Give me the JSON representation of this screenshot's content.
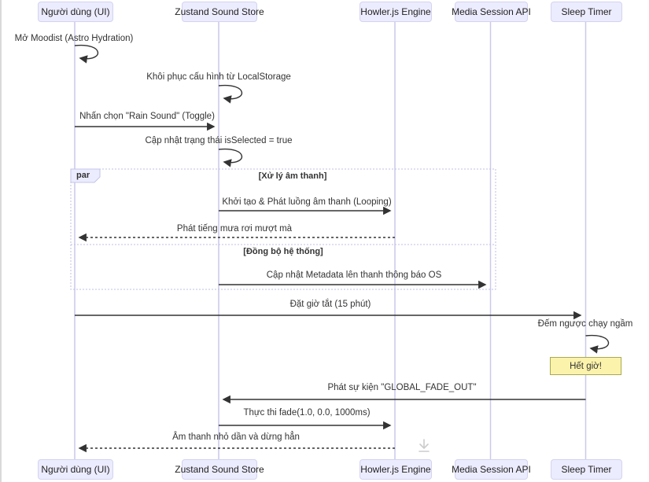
{
  "diagram": {
    "kind": "sequence-diagram",
    "participants": [
      {
        "name": "Người dùng (UI)"
      },
      {
        "name": "Zustand Sound Store"
      },
      {
        "name": "Howler.js Engine"
      },
      {
        "name": "Media Session API"
      },
      {
        "name": "Sleep Timer"
      }
    ],
    "messages": [
      {
        "from": "Người dùng (UI)",
        "to": "Người dùng (UI)",
        "kind": "self",
        "label": "Mở Moodist (Astro Hydration)"
      },
      {
        "from": "Zustand Sound Store",
        "to": "Zustand Sound Store",
        "kind": "self",
        "label": "Khôi phục cấu hình từ LocalStorage"
      },
      {
        "from": "Người dùng (UI)",
        "to": "Zustand Sound Store",
        "kind": "solid",
        "label": "Nhấn chọn \"Rain Sound\" (Toggle)"
      },
      {
        "from": "Zustand Sound Store",
        "to": "Zustand Sound Store",
        "kind": "self",
        "label": "Cập nhật trạng thái isSelected = true"
      },
      {
        "from": "Zustand Sound Store",
        "to": "Howler.js Engine",
        "kind": "solid",
        "section": "[Xử lý âm thanh]",
        "label": "Khởi tạo & Phát luồng âm thanh (Looping)"
      },
      {
        "from": "Howler.js Engine",
        "to": "Người dùng (UI)",
        "kind": "dashed",
        "section": "[Xử lý âm thanh]",
        "label": "Phát tiếng mưa rơi mượt mà"
      },
      {
        "from": "Zustand Sound Store",
        "to": "Media Session API",
        "kind": "solid",
        "section": "[Đồng bộ hệ thống]",
        "label": "Cập nhật Metadata lên thanh thông báo OS"
      },
      {
        "from": "Người dùng (UI)",
        "to": "Sleep Timer",
        "kind": "solid",
        "label": "Đặt giờ tắt (15 phút)"
      },
      {
        "from": "Sleep Timer",
        "to": "Sleep Timer",
        "kind": "self",
        "label": "Đếm ngược chạy ngầm"
      },
      {
        "from": "Sleep Timer",
        "to": "Zustand Sound Store",
        "kind": "solid",
        "label": "Phát sự kiện \"GLOBAL_FADE_OUT\""
      },
      {
        "from": "Zustand Sound Store",
        "to": "Howler.js Engine",
        "kind": "solid",
        "label": "Thực thi fade(1.0, 0.0, 1000ms)"
      },
      {
        "from": "Howler.js Engine",
        "to": "Người dùng (UI)",
        "kind": "dashed",
        "label": "Âm thanh nhỏ dần và dừng hẳn"
      }
    ],
    "par_block": {
      "operator": "par",
      "sections": [
        {
          "label": "[Xử lý âm thanh]"
        },
        {
          "label": "[Đồng bộ hệ thống]"
        }
      ]
    },
    "note": {
      "over": "Sleep Timer",
      "text": "Hết giờ!"
    },
    "icons": [
      {
        "name": "download-icon",
        "glyph": "↓"
      }
    ],
    "colors": {
      "participant_fill": "#ECECFF",
      "participant_border": "#D3D3F0",
      "lifeline": "#C9C9EC",
      "arrow": "#333333",
      "text": "#333333",
      "par_border": "#BFBFE4",
      "note_fill": "#FBF3AB",
      "note_border": "#A9A952",
      "download_icon": "#CCCCCC",
      "background": "#FFFFFF"
    }
  }
}
